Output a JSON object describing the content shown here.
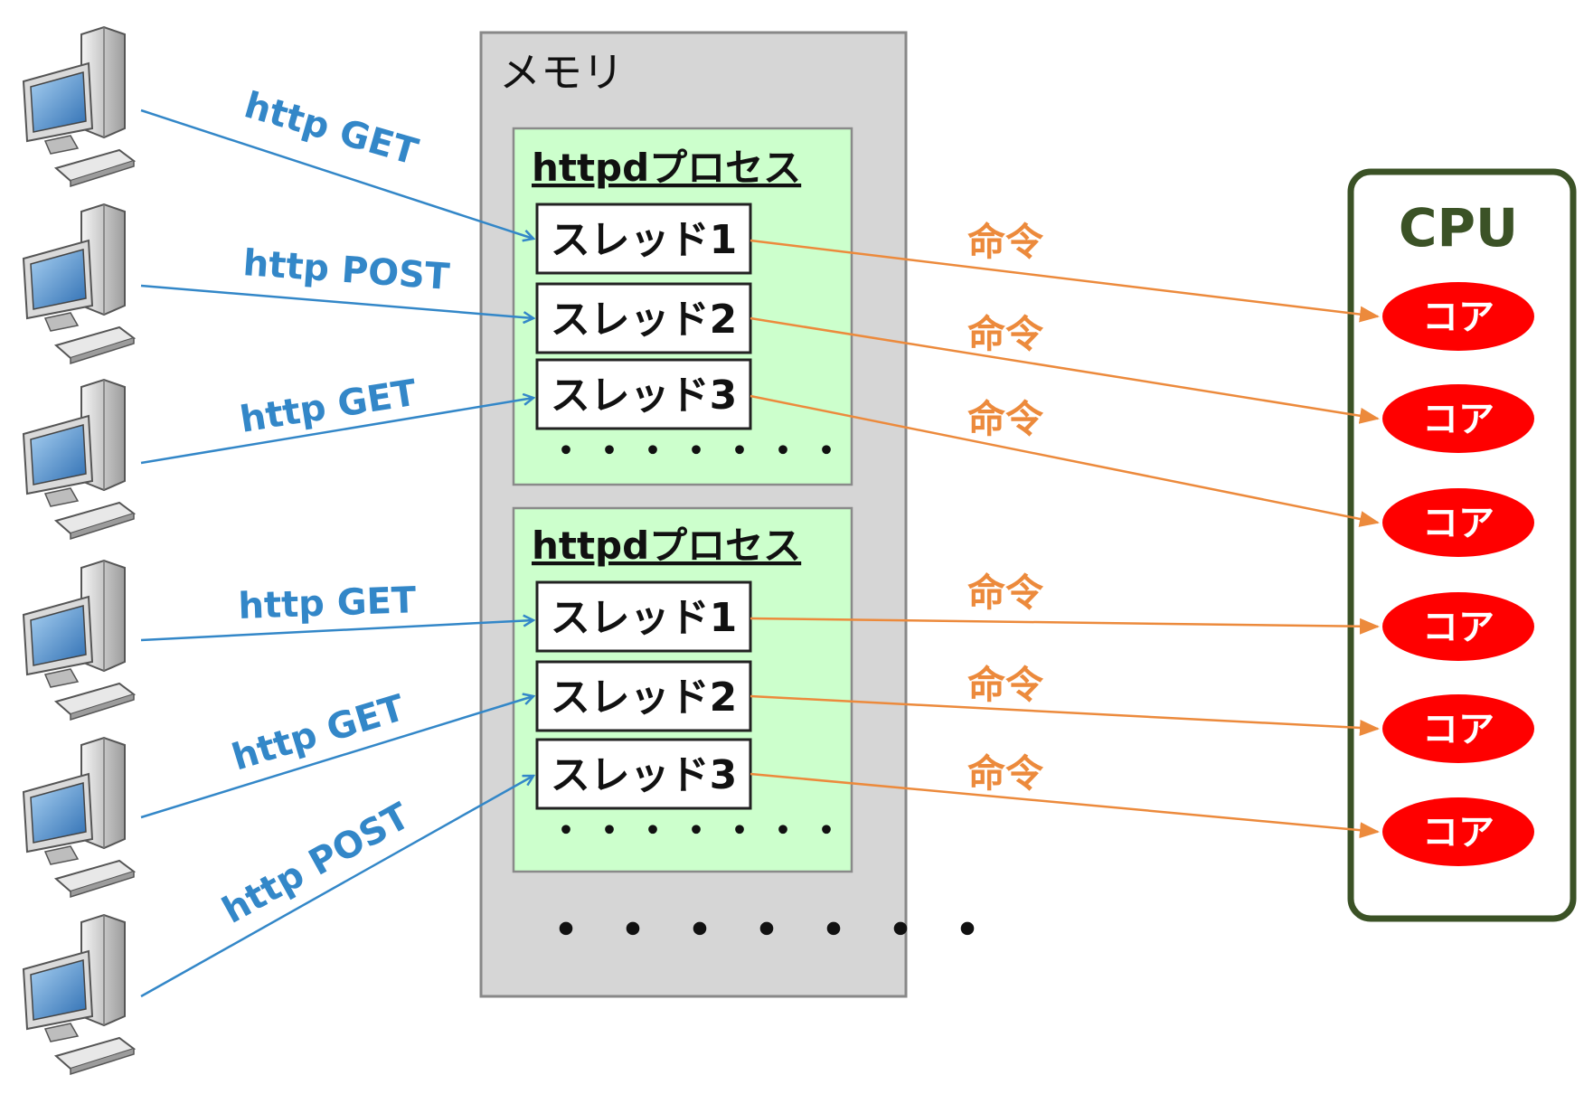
{
  "memory": {
    "label": "メモリ",
    "bottom_ellipsis": "・・・・・・・"
  },
  "processes": [
    {
      "label": "httpdプロセス",
      "threads": [
        "スレッド1",
        "スレッド2",
        "スレッド3"
      ],
      "ellipsis": "・・・・・・・"
    },
    {
      "label": "httpdプロセス",
      "threads": [
        "スレッド1",
        "スレッド2",
        "スレッド3"
      ],
      "ellipsis": "・・・・・・・"
    }
  ],
  "clients": [
    {
      "icon": "computer-icon",
      "request": "http GET"
    },
    {
      "icon": "computer-icon",
      "request": "http POST"
    },
    {
      "icon": "computer-icon",
      "request": "http GET"
    },
    {
      "icon": "computer-icon",
      "request": "http GET"
    },
    {
      "icon": "computer-icon",
      "request": "http GET"
    },
    {
      "icon": "computer-icon",
      "request": "http POST"
    }
  ],
  "instruction_label": "命令",
  "cpu": {
    "label": "CPU",
    "cores": [
      "コア",
      "コア",
      "コア",
      "コア",
      "コア",
      "コア"
    ]
  },
  "colors": {
    "request_arrow": "#3387c8",
    "instruction_arrow": "#ec8a3c",
    "memory_bg": "#d6d6d6",
    "process_bg": "#ccffcc",
    "cpu_border": "#3b5226",
    "core_fill": "#ff0000"
  }
}
